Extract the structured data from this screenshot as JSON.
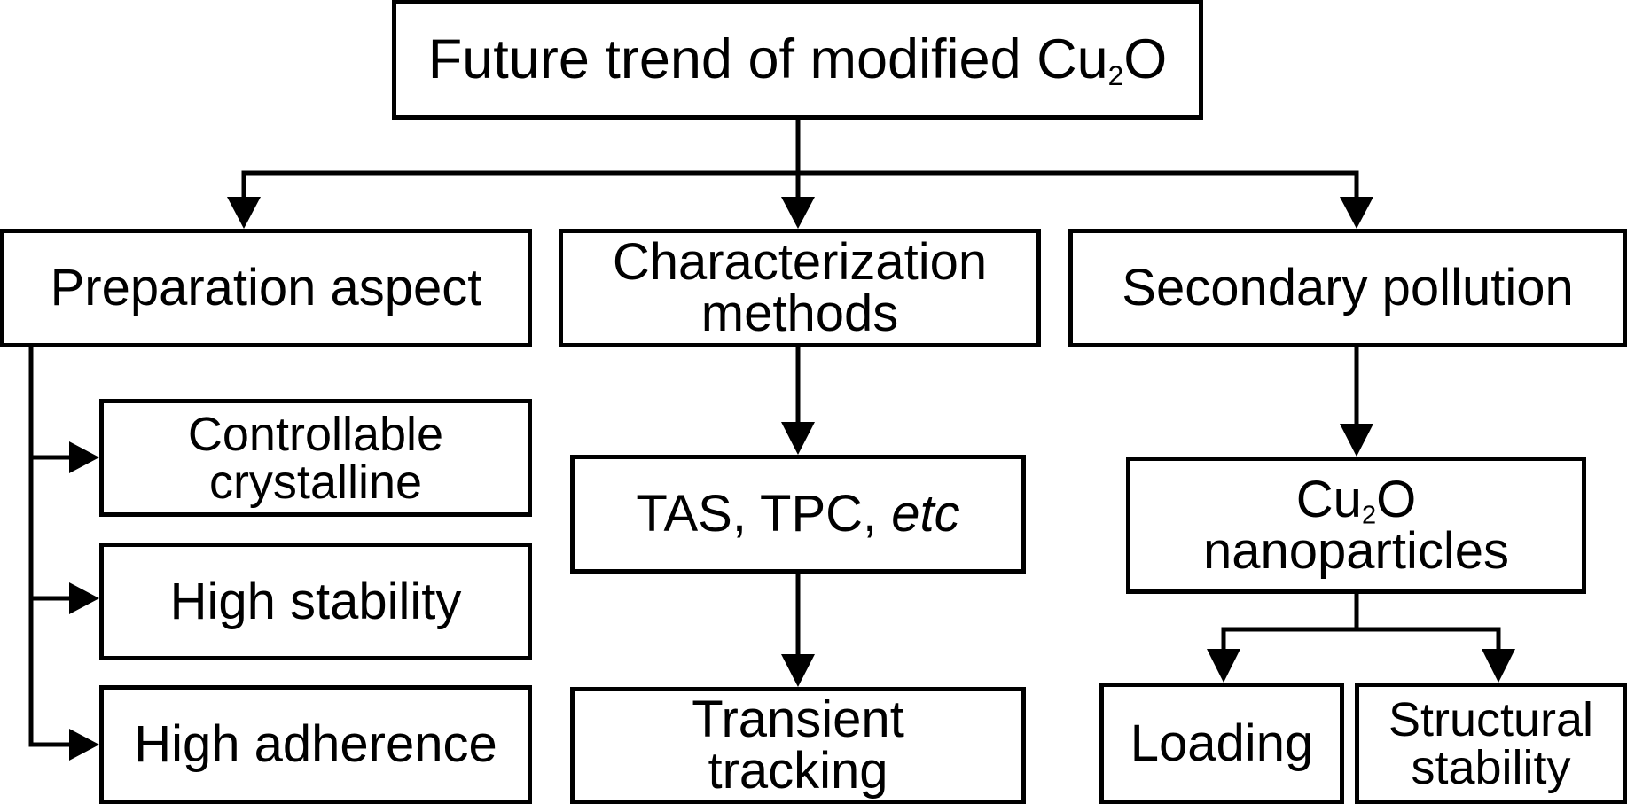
{
  "root": {
    "text": "Future trend of modified Cu",
    "sub": "2",
    "suffix": "O"
  },
  "branches": {
    "preparation": {
      "title": "Preparation aspect",
      "items": [
        {
          "lines": [
            "Controllable",
            "crystalline"
          ]
        },
        {
          "lines": [
            "High stability"
          ]
        },
        {
          "lines": [
            "High adherence"
          ]
        }
      ]
    },
    "characterization": {
      "title": [
        "Characterization",
        "methods"
      ],
      "methods": {
        "prefix": "TAS, TPC, ",
        "italic": "etc"
      },
      "tracking": [
        "Transient",
        "tracking"
      ]
    },
    "pollution": {
      "title": "Secondary pollution",
      "nanoparticles": {
        "formula": "Cu",
        "sub": "2",
        "suffix": "O",
        "line2": "nanoparticles"
      },
      "children": [
        {
          "lines": [
            "Loading"
          ]
        },
        {
          "lines": [
            "Structural",
            "stability"
          ]
        }
      ]
    }
  }
}
